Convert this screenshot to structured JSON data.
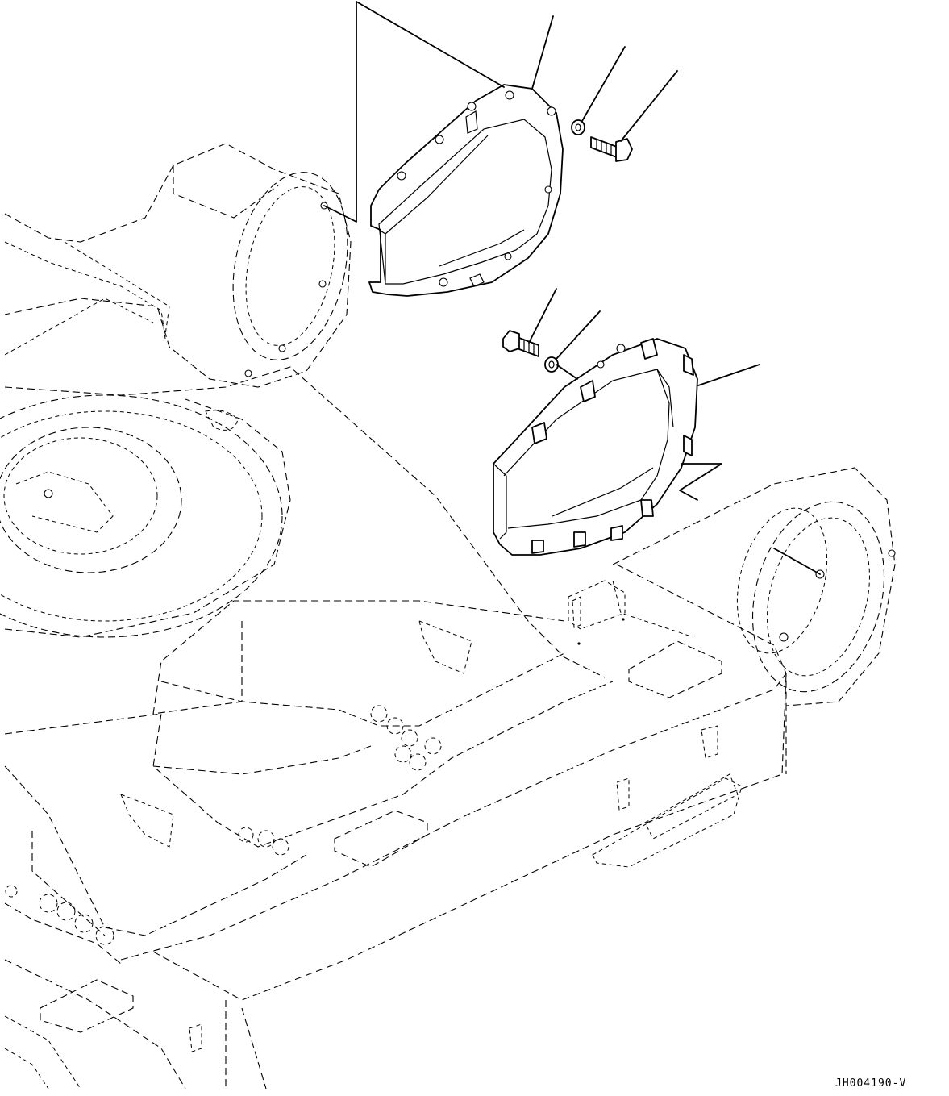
{
  "drawing": {
    "code": "JH004190-V"
  },
  "parts": [
    {
      "id": "upper-cover",
      "name": "cover-plate-upper"
    },
    {
      "id": "upper-washer",
      "name": "washer"
    },
    {
      "id": "upper-bolt",
      "name": "bolt"
    },
    {
      "id": "lower-cover",
      "name": "cover-plate-lower"
    },
    {
      "id": "lower-washer",
      "name": "washer"
    },
    {
      "id": "lower-bolt",
      "name": "bolt"
    }
  ]
}
